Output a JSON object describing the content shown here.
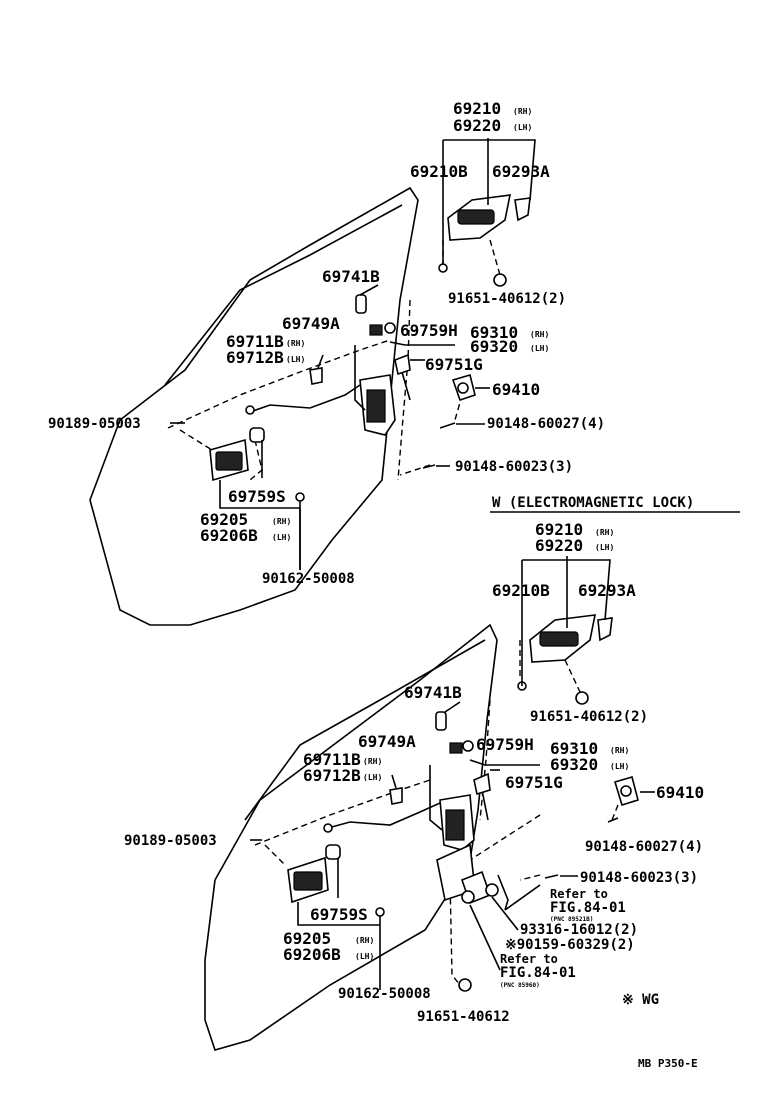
{
  "top": {
    "p69210": "69210",
    "p69210_suffix": "(RH)",
    "p69220": "69220",
    "p69220_suffix": "(LH)",
    "p69210B": "69210B",
    "p69293A": "69293A",
    "p69741B": "69741B",
    "p91651_40612": "91651-40612(2)",
    "p69749A": "69749A",
    "p69759H": "69759H",
    "p69310": "69310",
    "p69310_suffix": "(RH)",
    "p69320": "69320",
    "p69320_suffix": "(LH)",
    "p69711B": "69711B",
    "p69711B_suffix": "(RH)",
    "p69712B": "69712B",
    "p69712B_suffix": "(LH)",
    "p69751G": "69751G",
    "p69410": "69410",
    "p90189": "90189-05003",
    "p90148_60027": "90148-60027(4)",
    "p90148_60023": "90148-60023(3)",
    "p69759S": "69759S",
    "p69205": "69205",
    "p69205_suffix": "(RH)",
    "p69206B": "69206B",
    "p69206B_suffix": "(LH)",
    "p90162": "90162-50008"
  },
  "section_title": "W (ELECTROMAGNETIC LOCK)",
  "bottom": {
    "p69210": "69210",
    "p69210_suffix": "(RH)",
    "p69220": "69220",
    "p69220_suffix": "(LH)",
    "p69210B": "69210B",
    "p69293A": "69293A",
    "p69741B": "69741B",
    "p91651_40612_2": "91651-40612(2)",
    "p69749A": "69749A",
    "p69759H": "69759H",
    "p69310": "69310",
    "p69310_suffix": "(RH)",
    "p69320": "69320",
    "p69320_suffix": "(LH)",
    "p69711B": "69711B",
    "p69711B_suffix": "(RH)",
    "p69712B": "69712B",
    "p69712B_suffix": "(LH)",
    "p69751G": "69751G",
    "p69410": "69410",
    "p90189": "90189-05003",
    "p90148_60027": "90148-60027(4)",
    "p90148_60023": "90148-60023(3)",
    "refer1_a": "Refer to",
    "refer1_b": "FIG.84-01",
    "refer1_c": "(PNC 89521B)",
    "p69759S": "69759S",
    "p93316": "93316-16012(2)",
    "p90159": "※90159-60329(2)",
    "p69205": "69205",
    "p69205_suffix": "(RH)",
    "p69206B": "69206B",
    "p69206B_suffix": "(LH)",
    "refer2_a": "Refer to",
    "refer2_b": "FIG.84-01",
    "refer2_c": "(PNC 85960)",
    "p90162": "90162-50008",
    "p91651_40612": "91651-40612"
  },
  "note_wg": "※ WG",
  "figure_code": "MB  P350-E"
}
